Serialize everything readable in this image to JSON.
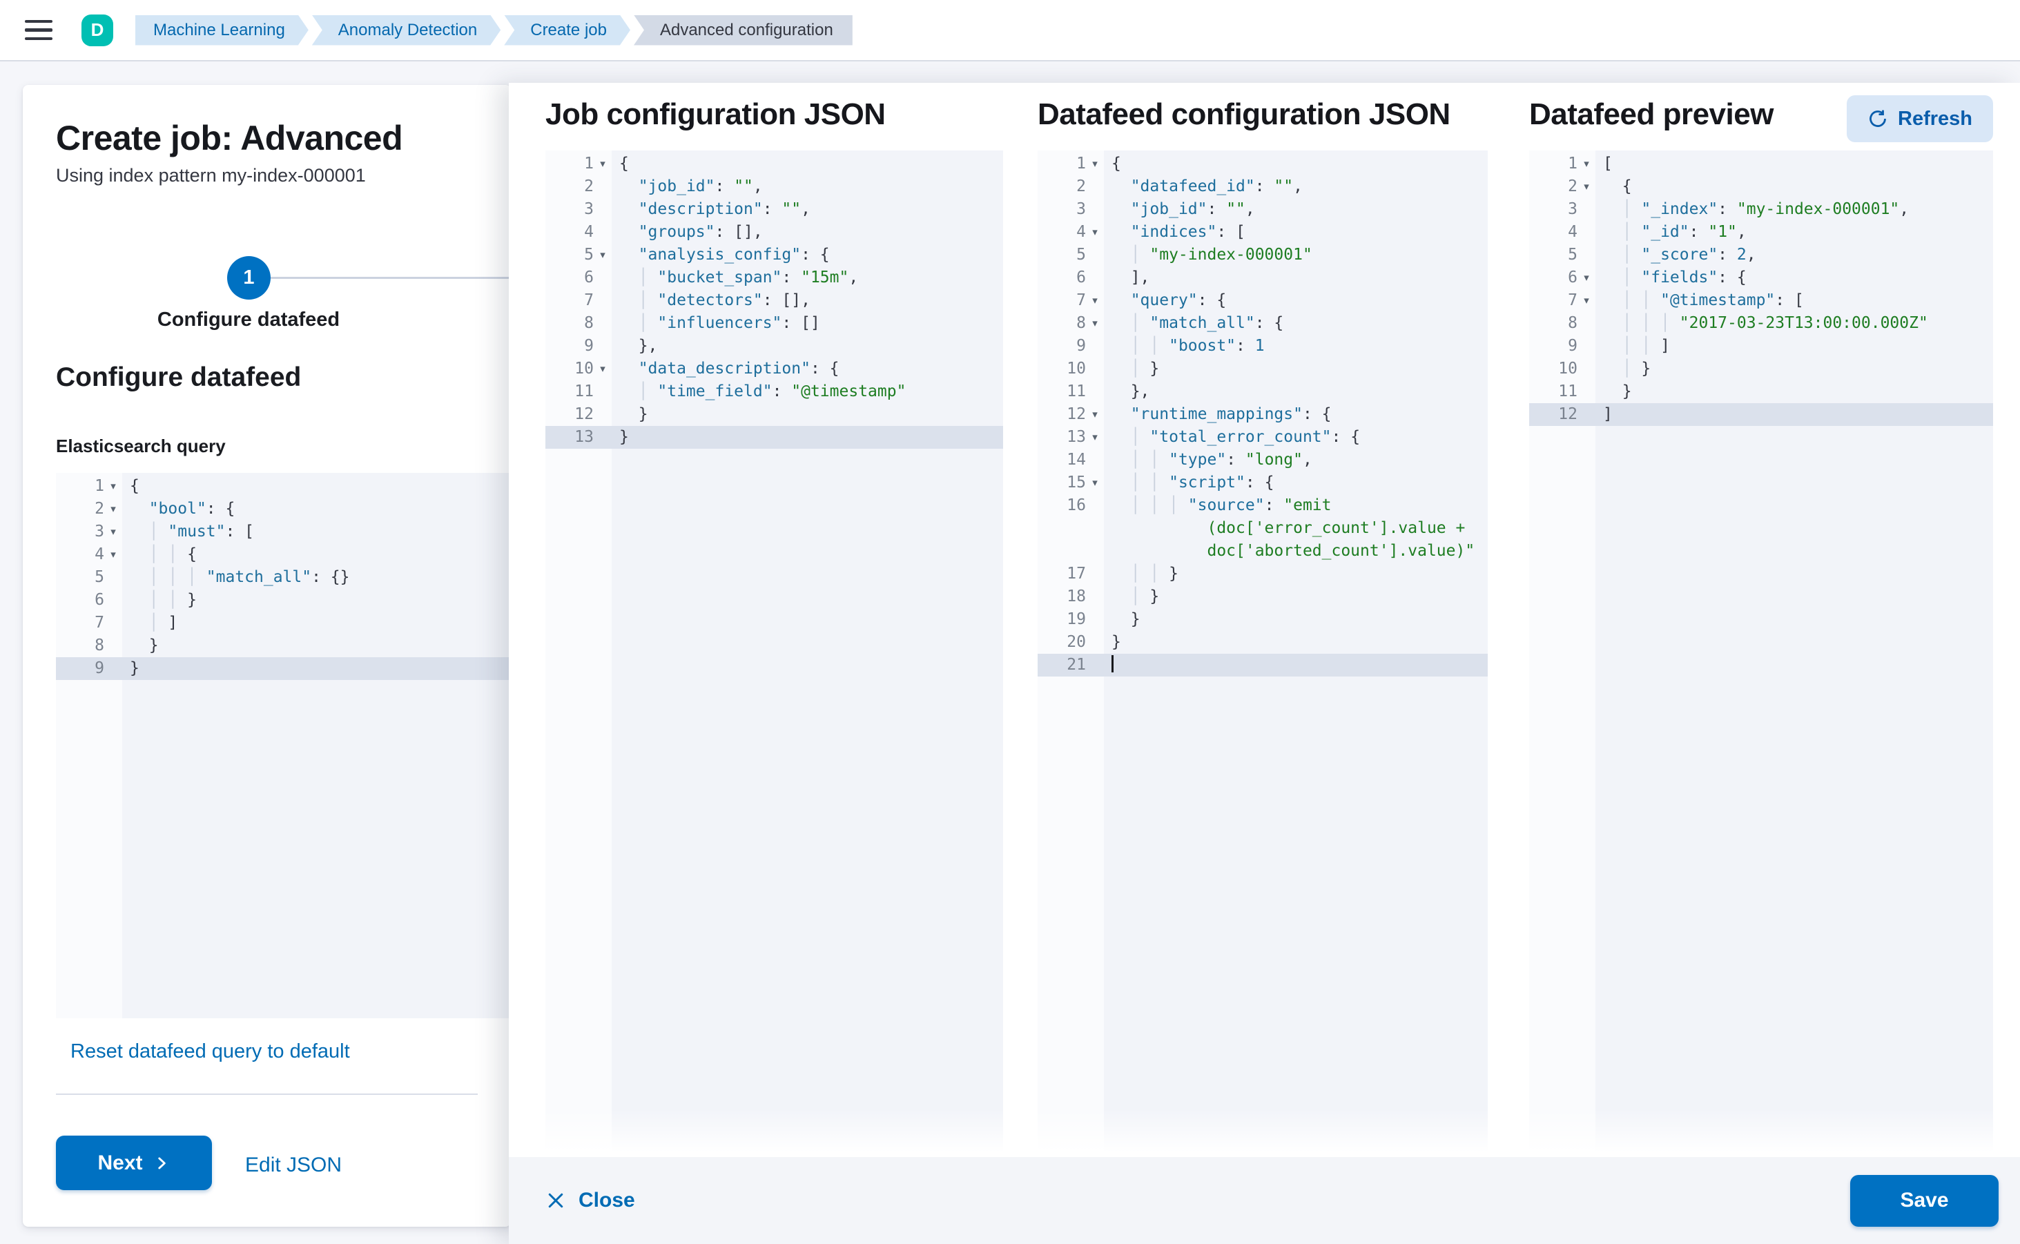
{
  "topbar": {
    "avatar_initial": "D",
    "breadcrumbs": [
      {
        "label": "Machine Learning"
      },
      {
        "label": "Anomaly Detection"
      },
      {
        "label": "Create job"
      },
      {
        "label": "Advanced configuration"
      }
    ]
  },
  "wizard": {
    "title": "Create job: Advanced",
    "subtitle": "Using index pattern my-index-000001",
    "step_number": "1",
    "step_label": "Configure datafeed",
    "section_heading": "Configure datafeed",
    "query_label": "Elasticsearch query",
    "reset_link": "Reset datafeed query to default",
    "next_label": "Next",
    "edit_json_label": "Edit JSON"
  },
  "flyout": {
    "job_panel_title": "Job configuration JSON",
    "datafeed_panel_title": "Datafeed configuration JSON",
    "preview_panel_title": "Datafeed preview",
    "refresh_label": "Refresh",
    "close_label": "Close",
    "save_label": "Save"
  },
  "colors": {
    "primary": "#0071C2",
    "link": "#006BB4",
    "avatar_bg": "#00BFB3",
    "breadcrumb_bg": "#D4E6F6",
    "breadcrumb_current_bg": "#D3DAE6",
    "editor_bg": "#F2F4F9",
    "active_line_bg": "#DBE1EC",
    "syntax_key": "#1E6E9C",
    "syntax_string": "#1E7D22",
    "syntax_punct": "#343741"
  },
  "editors": {
    "esQuery": {
      "lines": [
        {
          "n": "1",
          "fold": true,
          "t": [
            [
              "p",
              "{"
            ]
          ]
        },
        {
          "n": "2",
          "fold": true,
          "t": [
            [
              "p",
              "  "
            ],
            [
              "k",
              "\"bool\""
            ],
            [
              "p",
              ": {"
            ]
          ]
        },
        {
          "n": "3",
          "fold": true,
          "t": [
            [
              "g",
              "  │ "
            ],
            [
              "k",
              "\"must\""
            ],
            [
              "p",
              ": ["
            ]
          ]
        },
        {
          "n": "4",
          "fold": true,
          "t": [
            [
              "g",
              "  │ │ "
            ],
            [
              "p",
              "{"
            ]
          ]
        },
        {
          "n": "5",
          "t": [
            [
              "g",
              "  │ │ │ "
            ],
            [
              "k",
              "\"match_all\""
            ],
            [
              "p",
              ": {}"
            ]
          ]
        },
        {
          "n": "6",
          "t": [
            [
              "g",
              "  │ │ "
            ],
            [
              "p",
              "}"
            ]
          ]
        },
        {
          "n": "7",
          "t": [
            [
              "g",
              "  │ "
            ],
            [
              "p",
              "]"
            ]
          ]
        },
        {
          "n": "8",
          "t": [
            [
              "p",
              "  }"
            ]
          ]
        },
        {
          "n": "9",
          "active": true,
          "t": [
            [
              "p",
              "}"
            ]
          ]
        }
      ]
    },
    "job": {
      "lines": [
        {
          "n": "1",
          "fold": true,
          "t": [
            [
              "p",
              "{"
            ]
          ]
        },
        {
          "n": "2",
          "t": [
            [
              "p",
              "  "
            ],
            [
              "k",
              "\"job_id\""
            ],
            [
              "p",
              ": "
            ],
            [
              "s",
              "\"\""
            ],
            [
              "p",
              ","
            ]
          ]
        },
        {
          "n": "3",
          "t": [
            [
              "p",
              "  "
            ],
            [
              "k",
              "\"description\""
            ],
            [
              "p",
              ": "
            ],
            [
              "s",
              "\"\""
            ],
            [
              "p",
              ","
            ]
          ]
        },
        {
          "n": "4",
          "t": [
            [
              "p",
              "  "
            ],
            [
              "k",
              "\"groups\""
            ],
            [
              "p",
              ": [],"
            ]
          ]
        },
        {
          "n": "5",
          "fold": true,
          "t": [
            [
              "p",
              "  "
            ],
            [
              "k",
              "\"analysis_config\""
            ],
            [
              "p",
              ": {"
            ]
          ]
        },
        {
          "n": "6",
          "t": [
            [
              "g",
              "  │ "
            ],
            [
              "k",
              "\"bucket_span\""
            ],
            [
              "p",
              ": "
            ],
            [
              "s",
              "\"15m\""
            ],
            [
              "p",
              ","
            ]
          ]
        },
        {
          "n": "7",
          "t": [
            [
              "g",
              "  │ "
            ],
            [
              "k",
              "\"detectors\""
            ],
            [
              "p",
              ": [],"
            ]
          ]
        },
        {
          "n": "8",
          "t": [
            [
              "g",
              "  │ "
            ],
            [
              "k",
              "\"influencers\""
            ],
            [
              "p",
              ": []"
            ]
          ]
        },
        {
          "n": "9",
          "t": [
            [
              "p",
              "  },"
            ]
          ]
        },
        {
          "n": "10",
          "fold": true,
          "t": [
            [
              "p",
              "  "
            ],
            [
              "k",
              "\"data_description\""
            ],
            [
              "p",
              ": {"
            ]
          ]
        },
        {
          "n": "11",
          "t": [
            [
              "g",
              "  │ "
            ],
            [
              "k",
              "\"time_field\""
            ],
            [
              "p",
              ": "
            ],
            [
              "s",
              "\"@timestamp\""
            ]
          ]
        },
        {
          "n": "12",
          "t": [
            [
              "p",
              "  }"
            ]
          ]
        },
        {
          "n": "13",
          "active": true,
          "t": [
            [
              "p",
              "}"
            ]
          ]
        }
      ]
    },
    "datafeed": {
      "lines": [
        {
          "n": "1",
          "fold": true,
          "t": [
            [
              "p",
              "{"
            ]
          ]
        },
        {
          "n": "2",
          "t": [
            [
              "p",
              "  "
            ],
            [
              "k",
              "\"datafeed_id\""
            ],
            [
              "p",
              ": "
            ],
            [
              "s",
              "\"\""
            ],
            [
              "p",
              ","
            ]
          ]
        },
        {
          "n": "3",
          "t": [
            [
              "p",
              "  "
            ],
            [
              "k",
              "\"job_id\""
            ],
            [
              "p",
              ": "
            ],
            [
              "s",
              "\"\""
            ],
            [
              "p",
              ","
            ]
          ]
        },
        {
          "n": "4",
          "fold": true,
          "t": [
            [
              "p",
              "  "
            ],
            [
              "k",
              "\"indices\""
            ],
            [
              "p",
              ": ["
            ]
          ]
        },
        {
          "n": "5",
          "t": [
            [
              "g",
              "  │ "
            ],
            [
              "s",
              "\"my-index-000001\""
            ]
          ]
        },
        {
          "n": "6",
          "t": [
            [
              "p",
              "  ],"
            ]
          ]
        },
        {
          "n": "7",
          "fold": true,
          "t": [
            [
              "p",
              "  "
            ],
            [
              "k",
              "\"query\""
            ],
            [
              "p",
              ": {"
            ]
          ]
        },
        {
          "n": "8",
          "fold": true,
          "t": [
            [
              "g",
              "  │ "
            ],
            [
              "k",
              "\"match_all\""
            ],
            [
              "p",
              ": {"
            ]
          ]
        },
        {
          "n": "9",
          "t": [
            [
              "g",
              "  │ │ "
            ],
            [
              "k",
              "\"boost\""
            ],
            [
              "p",
              ": "
            ],
            [
              "n",
              "1"
            ]
          ]
        },
        {
          "n": "10",
          "t": [
            [
              "g",
              "  │ "
            ],
            [
              "p",
              "}"
            ]
          ]
        },
        {
          "n": "11",
          "t": [
            [
              "p",
              "  },"
            ]
          ]
        },
        {
          "n": "12",
          "fold": true,
          "t": [
            [
              "p",
              "  "
            ],
            [
              "k",
              "\"runtime_mappings\""
            ],
            [
              "p",
              ": {"
            ]
          ]
        },
        {
          "n": "13",
          "fold": true,
          "t": [
            [
              "g",
              "  │ "
            ],
            [
              "k",
              "\"total_error_count\""
            ],
            [
              "p",
              ": {"
            ]
          ]
        },
        {
          "n": "14",
          "t": [
            [
              "g",
              "  │ │ "
            ],
            [
              "k",
              "\"type\""
            ],
            [
              "p",
              ": "
            ],
            [
              "s",
              "\"long\""
            ],
            [
              "p",
              ","
            ]
          ]
        },
        {
          "n": "15",
          "fold": true,
          "t": [
            [
              "g",
              "  │ │ "
            ],
            [
              "k",
              "\"script\""
            ],
            [
              "p",
              ": {"
            ]
          ]
        },
        {
          "n": "16",
          "t": [
            [
              "g",
              "  │ │ │ "
            ],
            [
              "k",
              "\"source\""
            ],
            [
              "p",
              ": "
            ],
            [
              "s",
              "\"emit"
            ]
          ]
        },
        {
          "n": "",
          "t": [
            [
              "s",
              "          (doc['error_count'].value +"
            ]
          ]
        },
        {
          "n": "",
          "t": [
            [
              "s",
              "          doc['aborted_count'].value)\""
            ]
          ]
        },
        {
          "n": "17",
          "t": [
            [
              "g",
              "  │ │ "
            ],
            [
              "p",
              "}"
            ]
          ]
        },
        {
          "n": "18",
          "t": [
            [
              "g",
              "  │ "
            ],
            [
              "p",
              "}"
            ]
          ]
        },
        {
          "n": "19",
          "t": [
            [
              "p",
              "  }"
            ]
          ]
        },
        {
          "n": "20",
          "t": [
            [
              "p",
              "}"
            ]
          ]
        },
        {
          "n": "21",
          "active": true,
          "cursor": true,
          "t": []
        }
      ]
    },
    "preview": {
      "lines": [
        {
          "n": "1",
          "fold": true,
          "t": [
            [
              "p",
              "["
            ]
          ]
        },
        {
          "n": "2",
          "fold": true,
          "t": [
            [
              "p",
              "  {"
            ]
          ]
        },
        {
          "n": "3",
          "t": [
            [
              "g",
              "  │ "
            ],
            [
              "k",
              "\"_index\""
            ],
            [
              "p",
              ": "
            ],
            [
              "s",
              "\"my-index-000001\""
            ],
            [
              "p",
              ","
            ]
          ]
        },
        {
          "n": "4",
          "t": [
            [
              "g",
              "  │ "
            ],
            [
              "k",
              "\"_id\""
            ],
            [
              "p",
              ": "
            ],
            [
              "s",
              "\"1\""
            ],
            [
              "p",
              ","
            ]
          ]
        },
        {
          "n": "5",
          "t": [
            [
              "g",
              "  │ "
            ],
            [
              "k",
              "\"_score\""
            ],
            [
              "p",
              ": "
            ],
            [
              "n",
              "2"
            ],
            [
              "p",
              ","
            ]
          ]
        },
        {
          "n": "6",
          "fold": true,
          "t": [
            [
              "g",
              "  │ "
            ],
            [
              "k",
              "\"fields\""
            ],
            [
              "p",
              ": {"
            ]
          ]
        },
        {
          "n": "7",
          "fold": true,
          "t": [
            [
              "g",
              "  │ │ "
            ],
            [
              "k",
              "\"@timestamp\""
            ],
            [
              "p",
              ": ["
            ]
          ]
        },
        {
          "n": "8",
          "t": [
            [
              "g",
              "  │ │ │ "
            ],
            [
              "s",
              "\"2017-03-23T13:00:00.000Z\""
            ]
          ]
        },
        {
          "n": "9",
          "t": [
            [
              "g",
              "  │ │ "
            ],
            [
              "p",
              "]"
            ]
          ]
        },
        {
          "n": "10",
          "t": [
            [
              "g",
              "  │ "
            ],
            [
              "p",
              "}"
            ]
          ]
        },
        {
          "n": "11",
          "t": [
            [
              "p",
              "  }"
            ]
          ]
        },
        {
          "n": "12",
          "active": true,
          "t": [
            [
              "p",
              "]"
            ]
          ]
        }
      ]
    }
  }
}
